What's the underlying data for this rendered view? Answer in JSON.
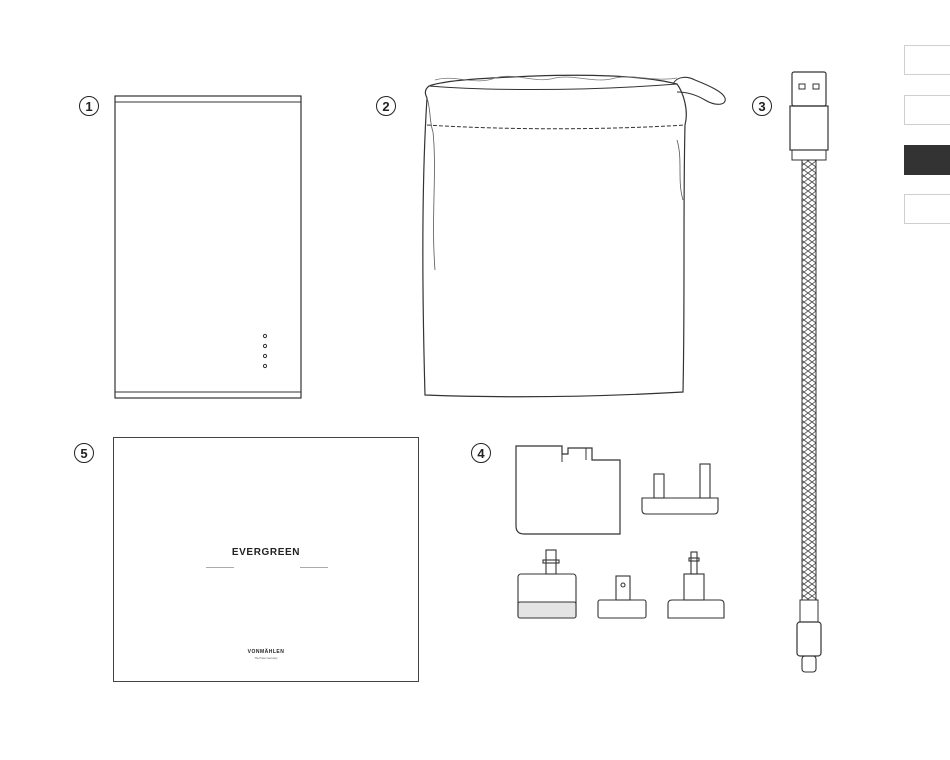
{
  "items": [
    {
      "number": "1",
      "name": "powerbank"
    },
    {
      "number": "2",
      "name": "pouch"
    },
    {
      "number": "3",
      "name": "usb-cable"
    },
    {
      "number": "4",
      "name": "travel-adapter-set"
    },
    {
      "number": "5",
      "name": "manual"
    }
  ],
  "booklet": {
    "title": "EVERGREEN",
    "brand": "VONMÄHLEN",
    "subtitle": "The Power Germany"
  },
  "side_nav": {
    "items": [
      {
        "state": "default"
      },
      {
        "state": "default"
      },
      {
        "state": "active"
      },
      {
        "state": "default"
      }
    ],
    "active_color": "#333333"
  },
  "powerbank": {
    "indicator_leds": 4
  }
}
